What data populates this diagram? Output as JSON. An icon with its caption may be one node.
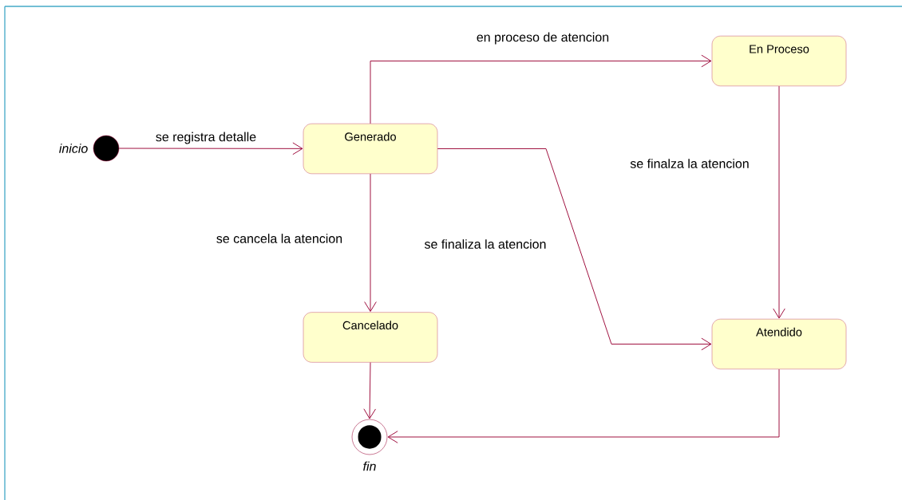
{
  "diagram": {
    "nodes": [
      {
        "text": [],
        "shape": "circle",
        "beside": [
          "inicio"
        ]
      },
      {
        "text": [
          "Generado"
        ]
      },
      {
        "text": [
          "En Proceso"
        ]
      },
      {
        "text": [
          "Cancelado"
        ]
      },
      {
        "text": [
          "Atendido"
        ]
      },
      {
        "text": [],
        "shape": "circle",
        "beside": [
          "fin"
        ]
      }
    ],
    "edges": [
      {
        "from": 0,
        "to": 1,
        "arrow": "to",
        "label": "se registra detalle"
      },
      {
        "from": 1,
        "to": 2,
        "arrow": "to",
        "label": "en proceso de atencion"
      },
      {
        "from": 1,
        "to": 3,
        "arrow": "to",
        "label": "se cancela la atencion"
      },
      {
        "from": 1,
        "to": 4,
        "arrow": "to",
        "label": "se finaliza la atencion"
      },
      {
        "from": 2,
        "to": 4,
        "arrow": "to",
        "label": "se finalza la atencion"
      },
      {
        "from": 3,
        "to": 5,
        "arrow": "to"
      },
      {
        "from": 4,
        "to": 5,
        "arrow": "to"
      }
    ]
  }
}
